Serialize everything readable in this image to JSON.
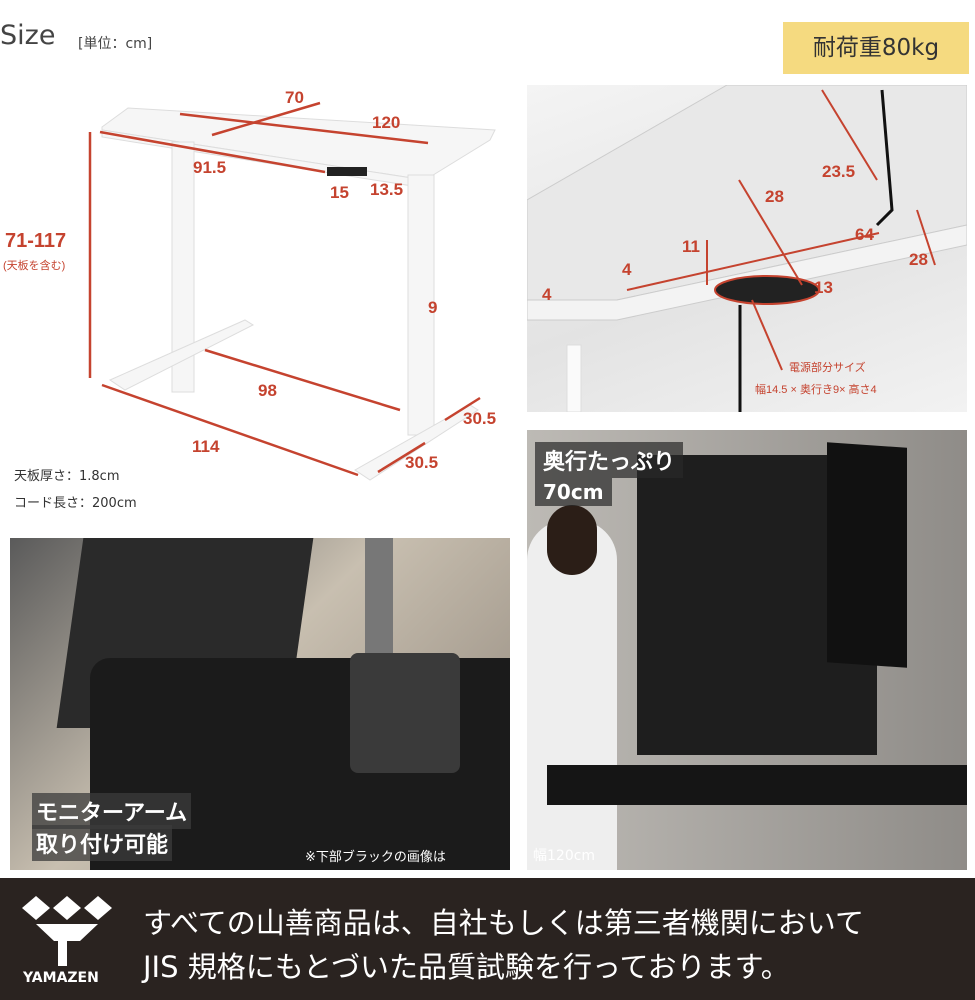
{
  "header": {
    "title": "Size",
    "unit": "[単位：cm]",
    "load_badge": "耐荷重80kg"
  },
  "diagram": {
    "width": "120",
    "depth": "70",
    "height": "71-117",
    "height_note": "(天板を含む)",
    "controller_offset": "91.5",
    "controller_width": "15",
    "controller_edge": "13.5",
    "leg": "9",
    "inner_span": "98",
    "foot_span": "114",
    "foot_depth_a": "30.5",
    "foot_depth_b": "30.5",
    "specs": [
      "天板厚さ：1.8cm",
      "コード長さ：200cm"
    ]
  },
  "underside": {
    "dims": [
      "28",
      "23.5",
      "64",
      "28",
      "11",
      "4",
      "4",
      "13"
    ],
    "power_label": "電源部分サイズ",
    "power_size": "幅14.5 × 奥行き9× 高さ4"
  },
  "photo_arm": {
    "caption_lines": [
      "モニターアーム",
      "取り付け可能"
    ],
    "note": "※下部ブラックの画像は"
  },
  "photo_setup": {
    "caption_lines": [
      "奥行たっぷり",
      "70cm"
    ],
    "width_note": "幅120cm"
  },
  "footer": {
    "brand": "YAMAZEN",
    "lines": [
      "すべての山善商品は、自社もしくは第三者機関において",
      "JIS 規格にもとづいた品質試験を行っております。"
    ]
  },
  "colors": {
    "accent": "#c5432f",
    "badge": "#f5da80",
    "footer_bg": "#2a2320"
  }
}
